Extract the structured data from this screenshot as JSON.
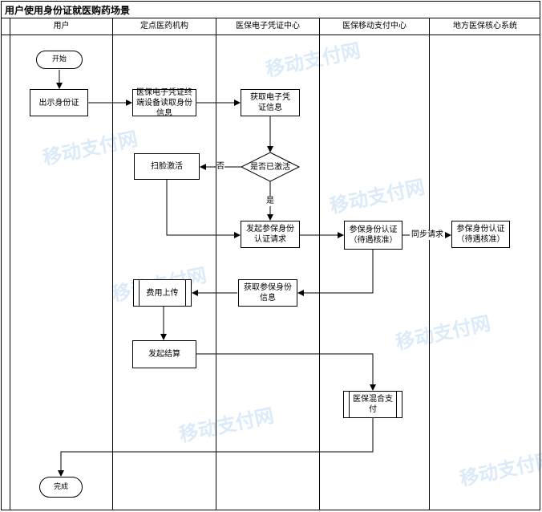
{
  "title": "用户使用身份证就医购药场景",
  "lanes": [
    "用户",
    "定点医药机构",
    "医保电子凭证中心",
    "医保移动支付中心",
    "地方医保核心系统"
  ],
  "nodes": {
    "start": "开始",
    "show_id": "出示身份证",
    "terminal_read": "医保电子凭证终端设备读取身份信息",
    "get_voucher": "获取电子凭证信息",
    "activated_q": "是否已激活",
    "face_scan": "扫脸激活",
    "init_auth": "发起参保身份认证请求",
    "auth_pay": "参保身份认证（待遇核准）",
    "auth_local": "参保身份认证（待遇核准）",
    "get_insured": "获取参保身份信息",
    "fee_upload": "费用上传",
    "settle": "发起结算",
    "mixed_pay": "医保混合支付",
    "done": "完成"
  },
  "edge_labels": {
    "no": "否",
    "yes": "是",
    "sync": "同步请求"
  },
  "watermark": "移动支付网",
  "colors": {
    "line": "#000000",
    "watermark": "#3f8fd9"
  }
}
